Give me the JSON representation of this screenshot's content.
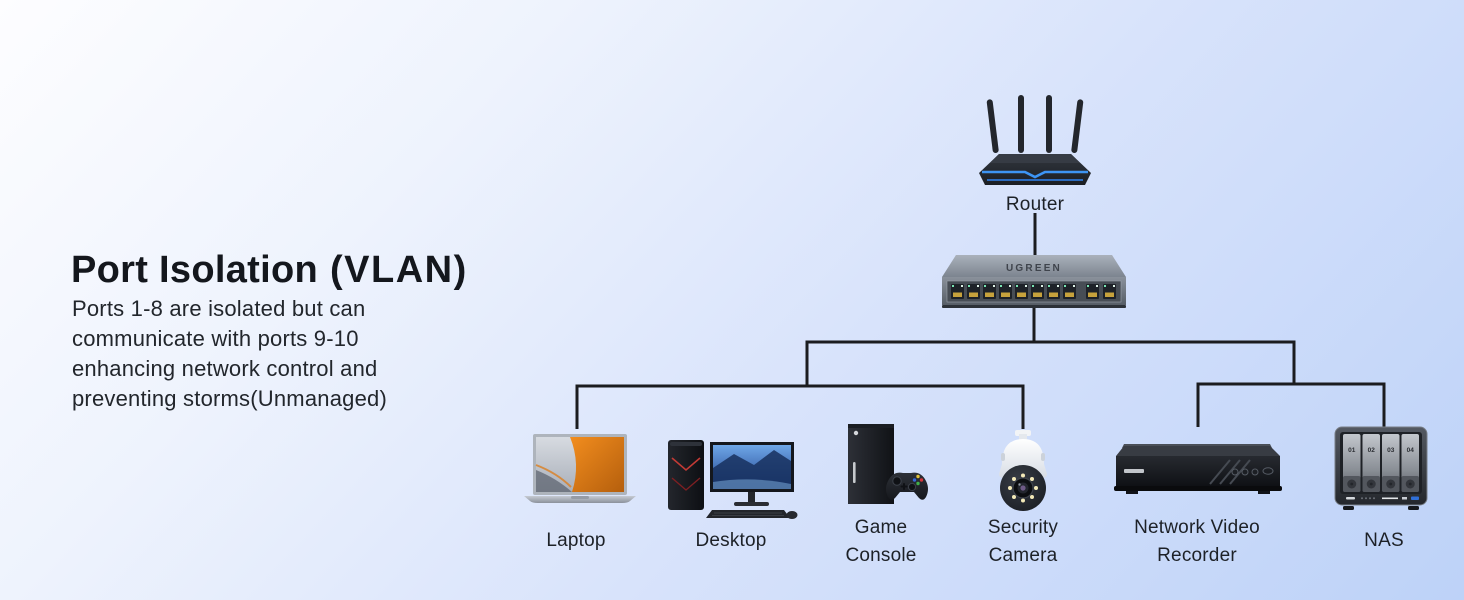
{
  "header": {
    "title": "Port Isolation",
    "title_suffix": "(VLAN)",
    "description": "Ports 1-8 are isolated but can\ncommunicate with ports 9-10\nenhancing network control and\npreventing storms(Unmanaged)"
  },
  "network": {
    "router_label": "Router",
    "switch_brand": "UGREEN",
    "switch_ports_front": 10
  },
  "devices": [
    {
      "id": "laptop",
      "label": "Laptop"
    },
    {
      "id": "desktop",
      "label": "Desktop"
    },
    {
      "id": "game-console",
      "label": "Game Console"
    },
    {
      "id": "security-camera",
      "label": "Security Camera"
    },
    {
      "id": "nvr",
      "label": "Network Video Recorder"
    },
    {
      "id": "nas",
      "label": "NAS"
    }
  ],
  "nas": {
    "bays": [
      "01",
      "02",
      "03",
      "04"
    ]
  },
  "colors": {
    "background_start": "#fdfdff",
    "background_end": "#bdd2f8",
    "connector": "#1b1c1f",
    "text": "#1d2127",
    "router_led": "#3f9bff",
    "port_contact": "#c7a23c"
  }
}
